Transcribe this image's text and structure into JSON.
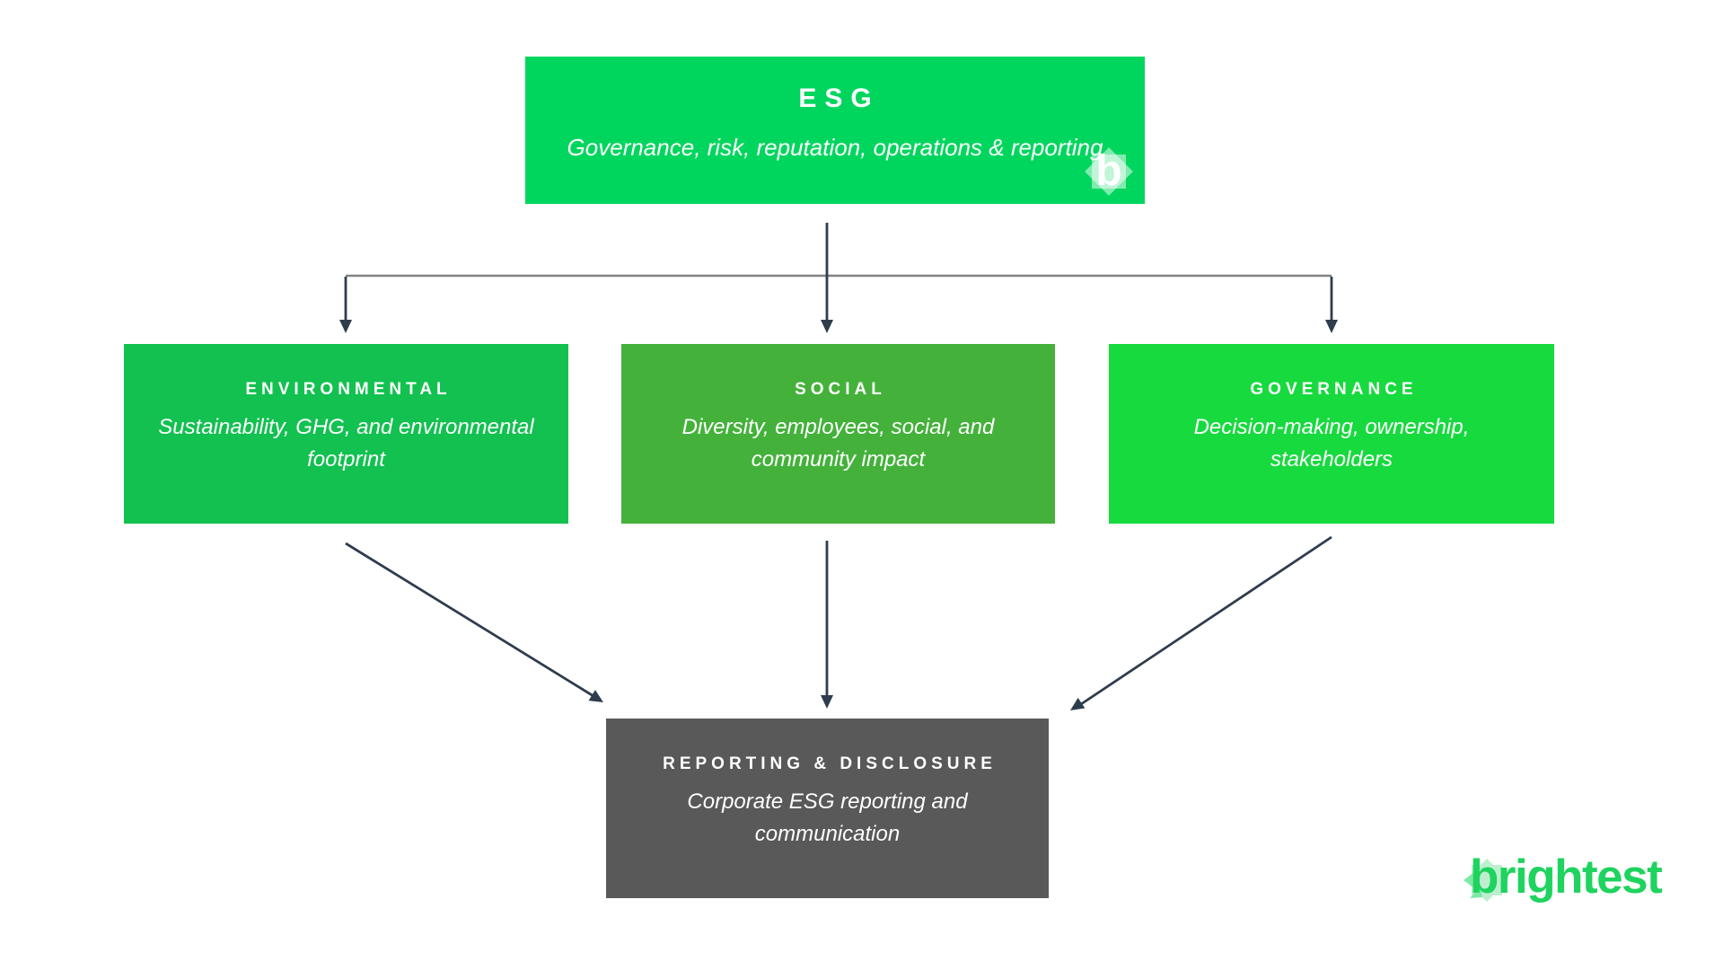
{
  "root_box": {
    "title": "ESG",
    "subtitle": "Governance, risk, reputation, operations & reporting",
    "color": "#00d65e"
  },
  "pillars": [
    {
      "title": "ENVIRONMENTAL",
      "subtitle": "Sustainability, GHG, and environmental footprint",
      "color": "#12c150"
    },
    {
      "title": "SOCIAL",
      "subtitle": "Diversity, employees, social, and community impact",
      "color": "#44b13b"
    },
    {
      "title": "GOVERNANCE",
      "subtitle": "Decision-making, ownership, stakeholders",
      "color": "#17da3e"
    }
  ],
  "sink_box": {
    "title": "REPORTING & DISCLOSURE",
    "subtitle": "Corporate ESG reporting and communication",
    "color": "#595959"
  },
  "colors": {
    "arrow": "#2e3d4e",
    "connector": "#828282",
    "box_text": "#ffffff",
    "brand_green": "#1fd35f",
    "brand_star_pale": "#bdefcf",
    "brand_star_mid": "#7ee8a6",
    "badge_star_white": "rgba(255,255,255,0.5)"
  },
  "branding": {
    "wordmark": "brightest",
    "badge_letter": "b"
  }
}
